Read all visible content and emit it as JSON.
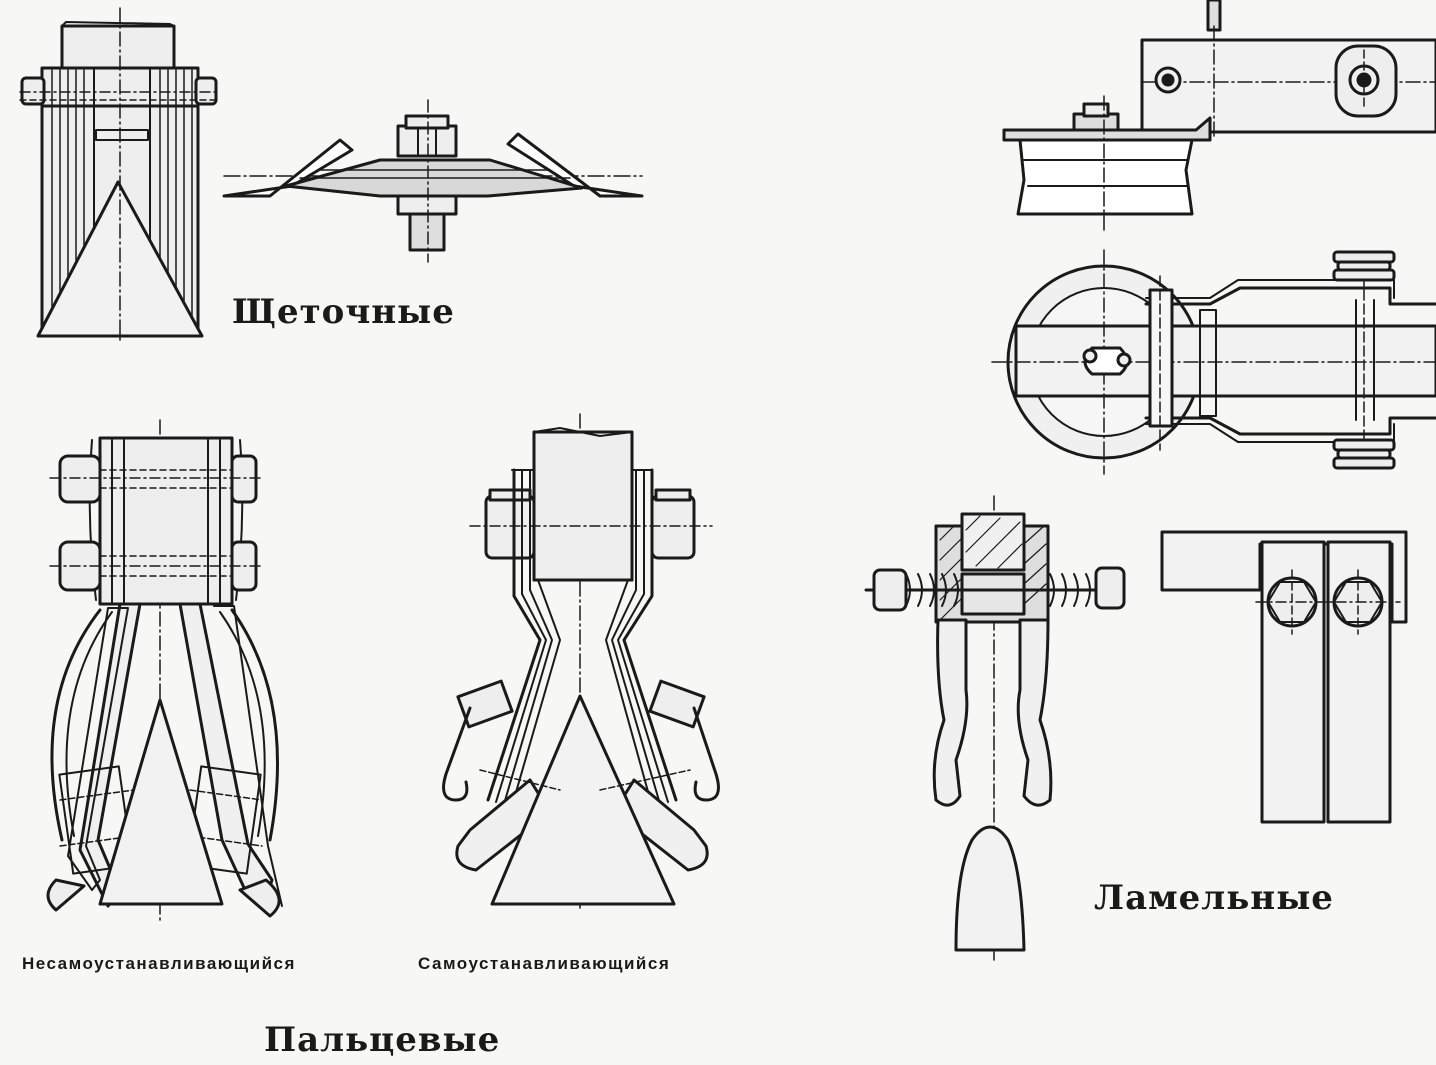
{
  "labels": {
    "brush": "Щеточные",
    "finger": "Пальцевые",
    "finger_fixed": "Несамоустанавливающийся",
    "finger_self": "Самоустанавливающийся",
    "lamellar": "Ламельные"
  },
  "colors": {
    "background": "#f7f7f5",
    "stroke": "#1a1a1a",
    "fill": "#eeeeee"
  }
}
